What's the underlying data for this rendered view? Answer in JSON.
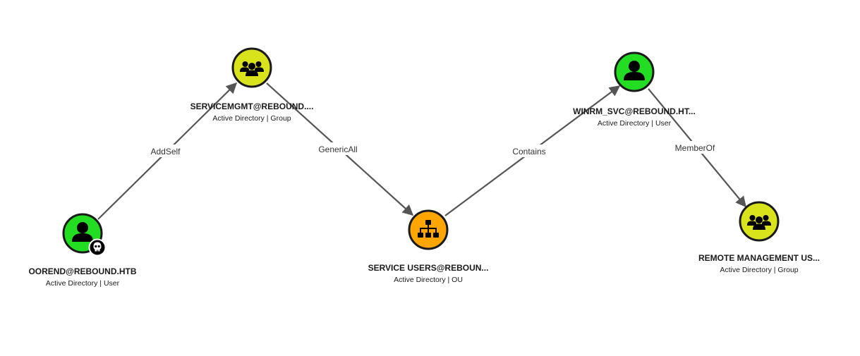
{
  "nodes": {
    "oorend": {
      "name": "OOREND@REBOUND.HTB",
      "subtitle": "Active Directory | User",
      "icon": "user-icon",
      "badge": "skull-icon",
      "color": "#22dd22"
    },
    "servicemgmt": {
      "name": "SERVICEMGMT@REBOUND....",
      "subtitle": "Active Directory | Group",
      "icon": "group-icon",
      "color": "#d8e31c"
    },
    "service_users": {
      "name": "SERVICE USERS@REBOUN...",
      "subtitle": "Active Directory | OU",
      "icon": "org-unit-icon",
      "color": "#ffa500"
    },
    "winrm_svc": {
      "name": "WINRM_SVC@REBOUND.HT...",
      "subtitle": "Active Directory | User",
      "icon": "user-icon",
      "color": "#22dd22"
    },
    "remote_mgmt": {
      "name": "REMOTE MANAGEMENT US...",
      "subtitle": "Active Directory | Group",
      "icon": "group-icon",
      "color": "#d8e31c"
    }
  },
  "edges": {
    "addself": "AddSelf",
    "genericall": "GenericAll",
    "contains": "Contains",
    "memberof": "MemberOf"
  },
  "colors": {
    "edge": "#555555",
    "node_border": "#1a1a1a"
  }
}
